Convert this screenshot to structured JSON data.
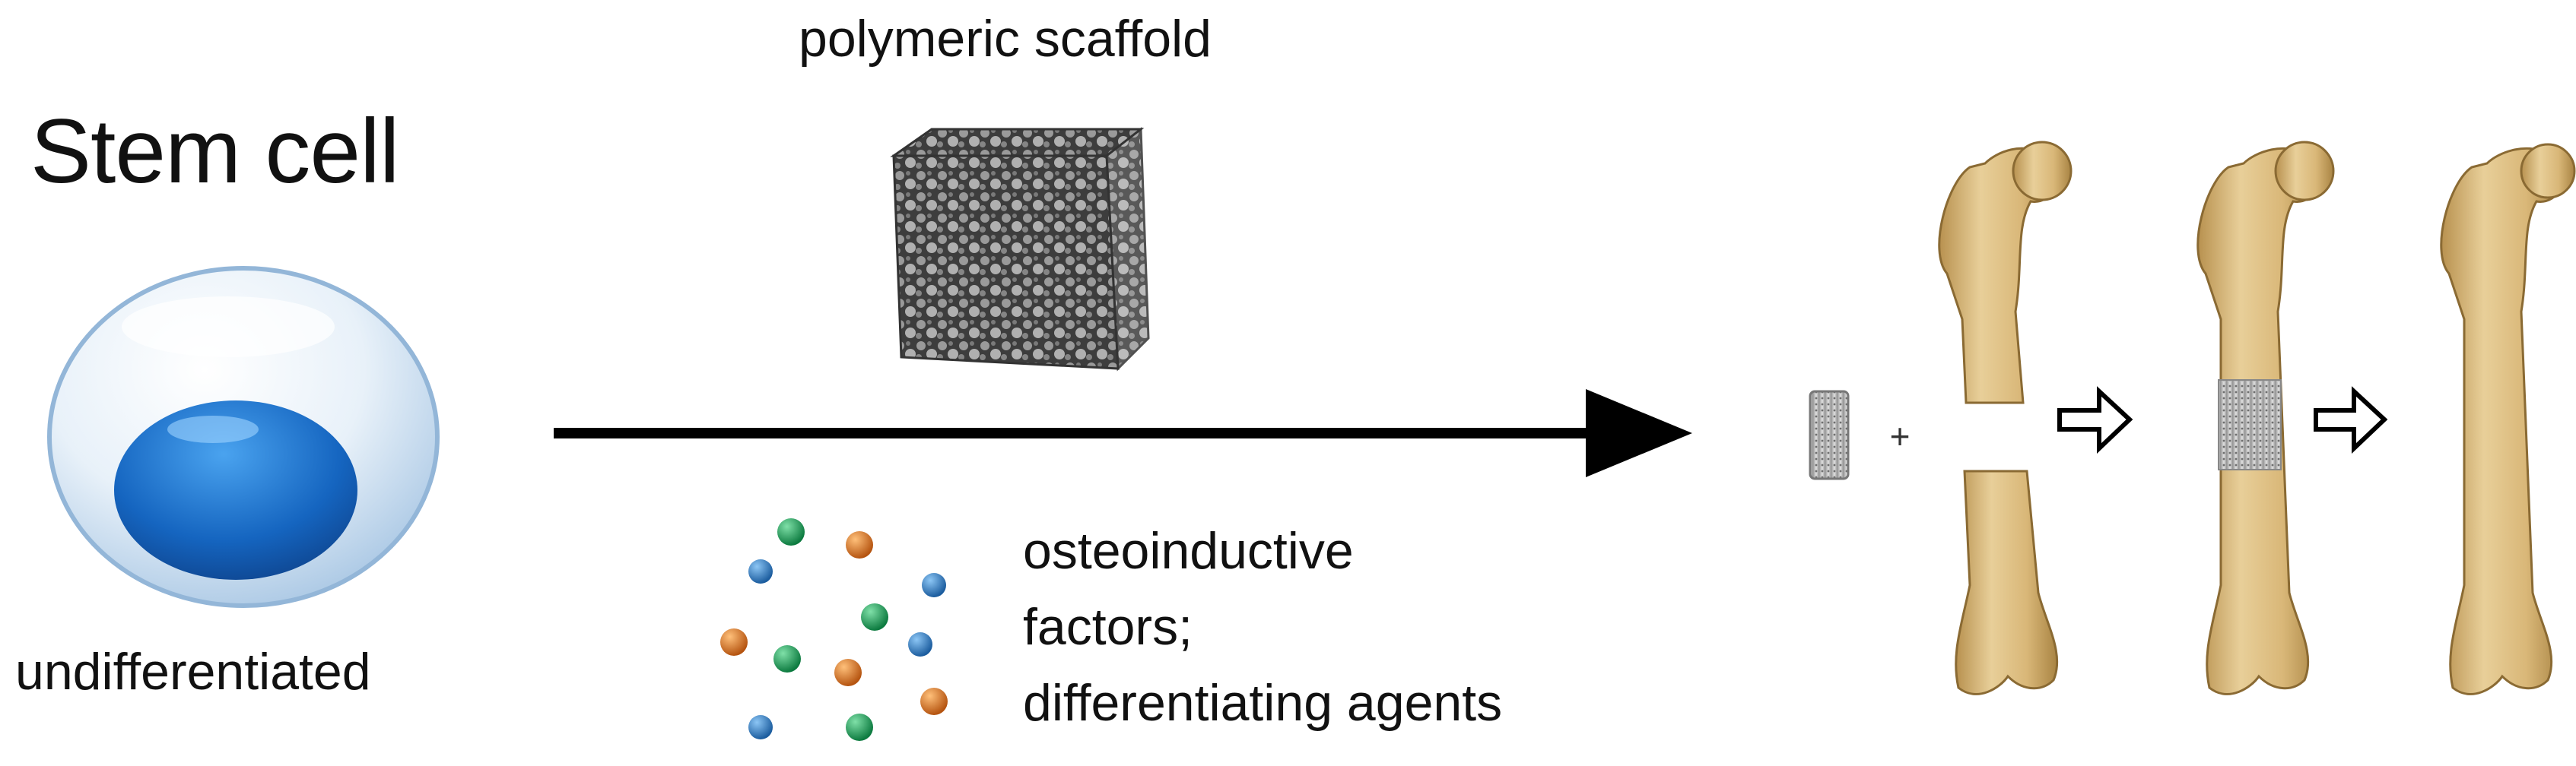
{
  "diagram": {
    "title": "Stem cell",
    "cell_caption": "undifferentiated",
    "scaffold_label": "polymeric scaffold",
    "factors_label_lines": [
      "osteoinductive",
      "factors;",
      "differentiating agents"
    ],
    "plus_sign": "+",
    "colors": {
      "arrow": "#000000",
      "cell_membrane": "#dbe9f5",
      "nucleus": "#1e6fc4",
      "bone": "#e0c38a",
      "scaffold": "#555555",
      "particle_green": "#16a05a",
      "particle_orange": "#e07a1f",
      "particle_blue": "#2f7fc4"
    }
  }
}
